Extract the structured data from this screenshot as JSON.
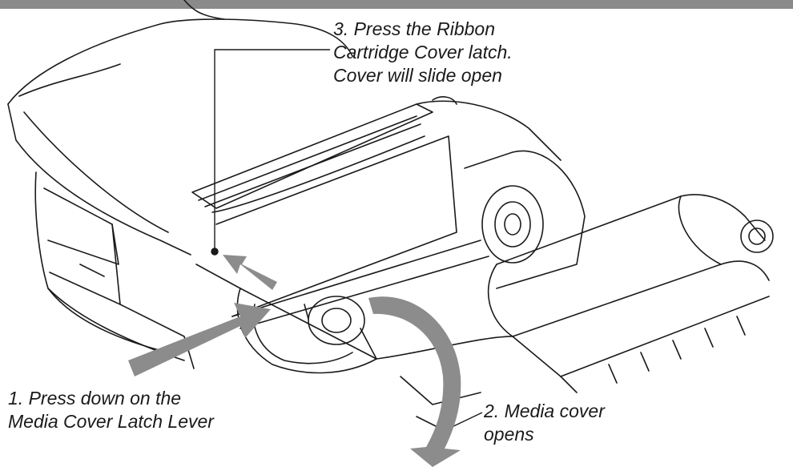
{
  "callouts": {
    "step1": "1. Press down on the\nMedia Cover Latch Lever",
    "step2": "2. Media cover\nopens",
    "step3": "3. Press the Ribbon\nCartridge Cover latch.\nCover will slide open"
  },
  "colors": {
    "band": "#8a8a8a",
    "arrow": "#8c8c8c",
    "line": "#1a1a1a"
  }
}
